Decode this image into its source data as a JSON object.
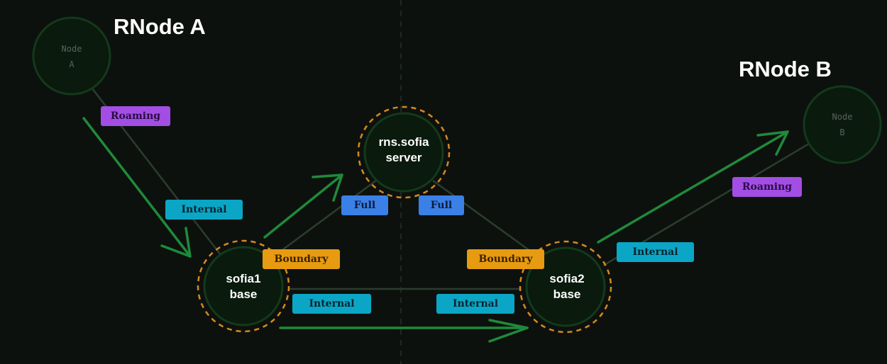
{
  "titles": {
    "rnode_a": "RNode A",
    "rnode_b": "RNode B"
  },
  "nodes": {
    "node_a": {
      "line1": "Node",
      "line2": "A"
    },
    "node_b": {
      "line1": "Node",
      "line2": "B"
    },
    "server": {
      "line1": "rns.sofia",
      "line2": "server"
    },
    "sofia1": {
      "line1": "sofia1",
      "line2": "base"
    },
    "sofia2": {
      "line1": "sofia2",
      "line2": "base"
    }
  },
  "badges": {
    "roaming_a": "Roaming",
    "internal_a": "Internal",
    "full_left": "Full",
    "full_right": "Full",
    "boundary_left": "Boundary",
    "boundary_right": "Boundary",
    "internal_bottom_left": "Internal",
    "internal_bottom_right": "Internal",
    "roaming_b": "Roaming",
    "internal_b": "Internal"
  },
  "colors": {
    "background": "#0d110e",
    "node_fill": "#0a1a0d",
    "node_ring": "#133a1b",
    "boundary_ring": "#d58a1d",
    "link": "#2b3d2e",
    "arrow": "#1f8a3a",
    "roaming": "#a24ee4",
    "internal": "#0ba6c6",
    "full": "#3a80e7",
    "boundary": "#e79b10"
  }
}
